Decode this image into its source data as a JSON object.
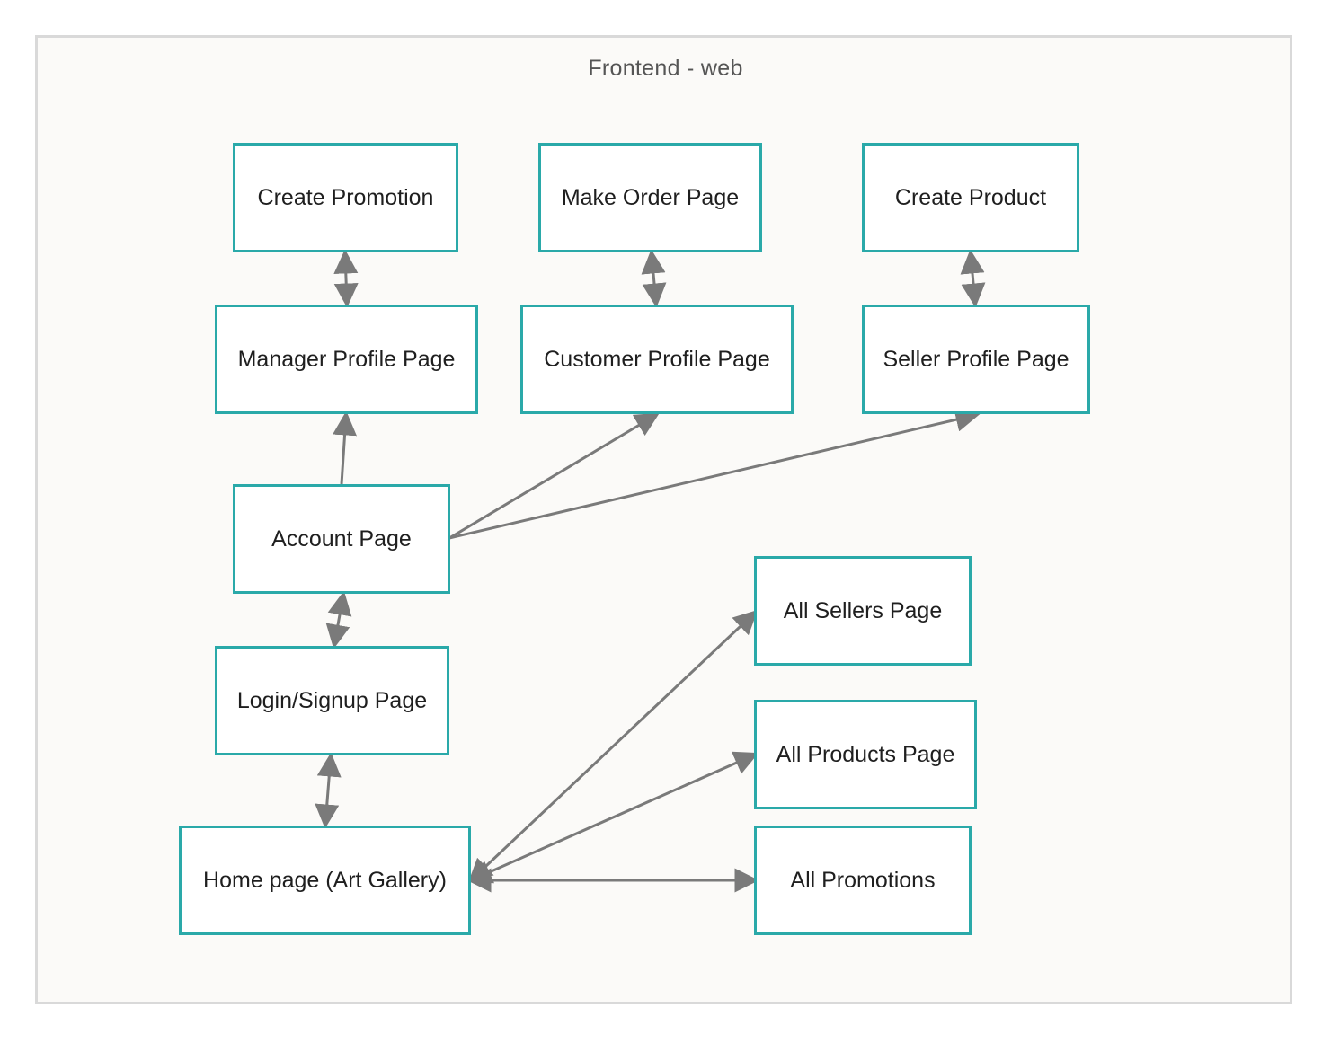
{
  "frame": {
    "title": "Frontend - web"
  },
  "colors": {
    "node_border": "#2aa9a9",
    "edge": "#7a7a7a",
    "frame_border": "#d9d9d9",
    "frame_background": "#fbfaf8"
  },
  "nodes": {
    "create_promotion": "Create Promotion",
    "make_order": "Make Order Page",
    "create_product": "Create Product",
    "manager_profile": "Manager Profile Page",
    "customer_profile": "Customer Profile Page",
    "seller_profile": "Seller Profile Page",
    "account": "Account Page",
    "all_sellers": "All Sellers Page",
    "login_signup": "Login/Signup Page",
    "all_products": "All Products Page",
    "home": "Home page (Art Gallery)",
    "all_promotions": "All Promotions"
  },
  "edges": [
    {
      "from": "create_promotion",
      "to": "manager_profile",
      "direction": "both"
    },
    {
      "from": "make_order",
      "to": "customer_profile",
      "direction": "both"
    },
    {
      "from": "create_product",
      "to": "seller_profile",
      "direction": "both"
    },
    {
      "from": "account",
      "to": "manager_profile",
      "direction": "forward"
    },
    {
      "from": "account",
      "to": "customer_profile",
      "direction": "forward"
    },
    {
      "from": "account",
      "to": "seller_profile",
      "direction": "forward"
    },
    {
      "from": "account",
      "to": "login_signup",
      "direction": "both"
    },
    {
      "from": "login_signup",
      "to": "home",
      "direction": "both"
    },
    {
      "from": "home",
      "to": "all_sellers",
      "direction": "both"
    },
    {
      "from": "home",
      "to": "all_products",
      "direction": "both"
    },
    {
      "from": "home",
      "to": "all_promotions",
      "direction": "both"
    }
  ]
}
